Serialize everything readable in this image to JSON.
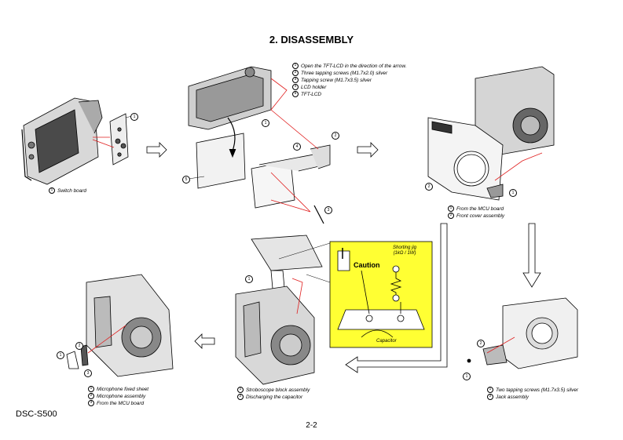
{
  "title": "2. DISASSEMBLY",
  "model": "DSC-S500",
  "page_number": "2-2",
  "step1": {
    "captions": [
      {
        "num": "1",
        "text": "Switch board"
      }
    ]
  },
  "step2": {
    "captions": [
      {
        "num": "1",
        "text": "Open the TFT-LCD in the direction of the arrow."
      },
      {
        "num": "2",
        "text": "Three tapping screws (M1.7x2.0) silver"
      },
      {
        "num": "3",
        "text": "Tapping screw (M1.7x3.5) silver"
      },
      {
        "num": "4",
        "text": "LCD holder"
      },
      {
        "num": "5",
        "text": "TFT-LCD"
      }
    ]
  },
  "step3": {
    "captions": [
      {
        "num": "1",
        "text": "From the MCU board"
      },
      {
        "num": "2",
        "text": "Front cover assembly"
      }
    ]
  },
  "step4": {
    "captions": [
      {
        "num": "1",
        "text": "Two tapping screws (M1.7x3.5) silver"
      },
      {
        "num": "2",
        "text": "Jack assembly"
      }
    ]
  },
  "step5": {
    "captions": [
      {
        "num": "1",
        "text": "Stroboscope block assembly"
      },
      {
        "num": "2",
        "text": "Discharging the capacitor"
      }
    ],
    "caution": {
      "label": "Caution",
      "jig_line1": "Shorting jig",
      "jig_line2": "(1kΩ / 1W)",
      "capacitor": "Capacitor",
      "background": "#ffff33"
    }
  },
  "step6": {
    "captions": [
      {
        "num": "1",
        "text": "Microphone fixed sheet"
      },
      {
        "num": "2",
        "text": "Microphone assembly"
      },
      {
        "num": "3",
        "text": "From the MCU board"
      }
    ]
  },
  "colors": {
    "leader_red": "#e02020",
    "line": "#000000"
  }
}
